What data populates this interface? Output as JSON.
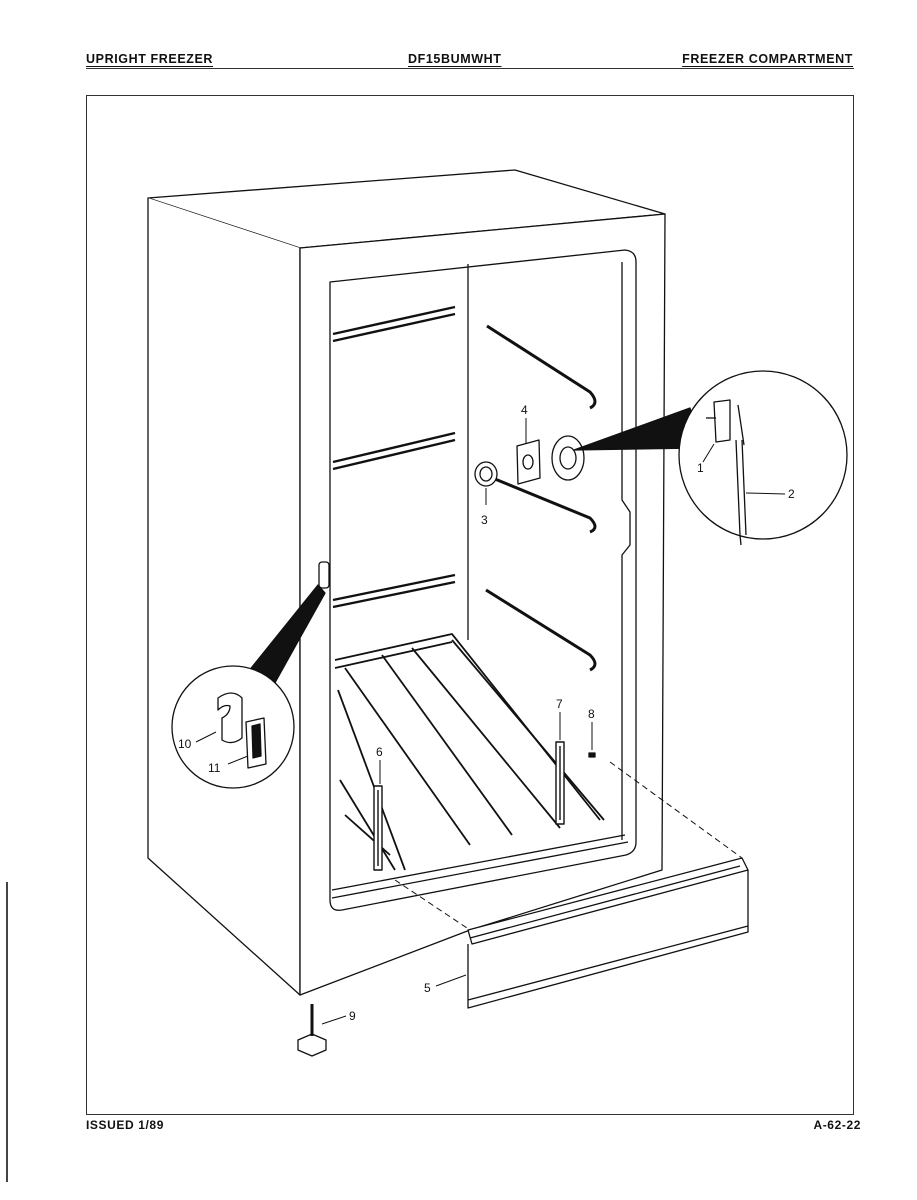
{
  "header": {
    "left": "UPRIGHT FREEZER",
    "center": "DF15BUMWHT",
    "right": "FREEZER COMPARTMENT"
  },
  "footer": {
    "left": "ISSUED 1/89",
    "right": "A-62-22"
  },
  "callouts": [
    "1",
    "2",
    "3",
    "4",
    "5",
    "6",
    "7",
    "8",
    "9",
    "10",
    "11"
  ],
  "colors": {
    "ink": "#111111",
    "paper": "#ffffff"
  }
}
